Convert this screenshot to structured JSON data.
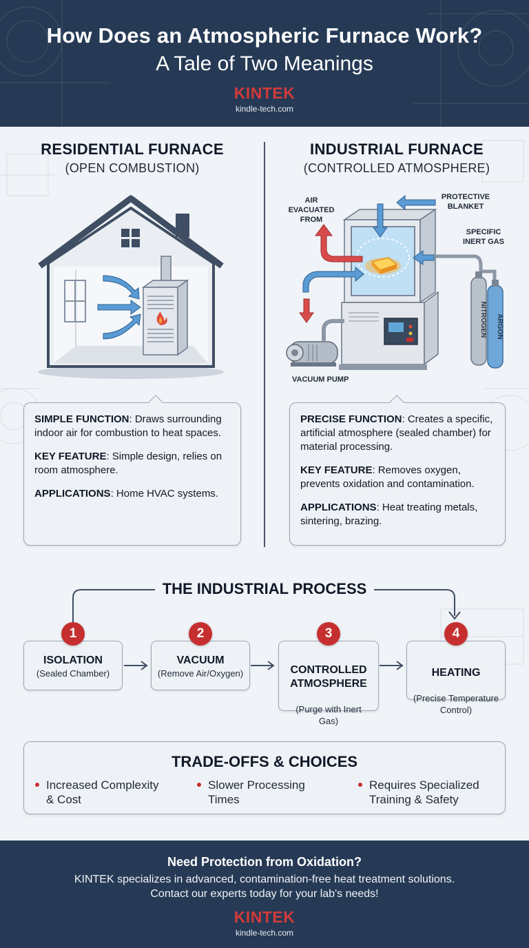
{
  "header": {
    "title": "How Does an Atmospheric Furnace Work?",
    "subtitle": "A Tale of Two Meanings",
    "brand": "KINTEK",
    "domain": "kindle-tech.com"
  },
  "residential": {
    "title": "RESIDENTIAL FURNACE",
    "subtitle": "(OPEN COMBUSTION)",
    "function_label": "SIMPLE FUNCTION",
    "function_text": ": Draws surrounding indoor air for combustion to heat spaces.",
    "feature_label": "KEY FEATURE",
    "feature_text": ": Simple design, relies on room atmosphere.",
    "applications_label": "APPLICATIONS",
    "applications_text": ": Home HVAC systems."
  },
  "industrial": {
    "title": "INDUSTRIAL FURNACE",
    "subtitle": "(CONTROLLED ATMOSPHERE)",
    "labels": {
      "air_evacuated": "AIR\nEVACUATED\nFROM",
      "protective_blanket": "PROTECTIVE\nBLANKET",
      "inert_gas": "SPECIFIC\nINERT GAS",
      "vacuum_pump": "VACUUM PUMP",
      "nitrogen": "NITROGEN",
      "argon": "ARGON"
    },
    "function_label": "PRECISE FUNCTION",
    "function_text": ": Creates a specific, artificial atmosphere (sealed chamber) for material processing.",
    "feature_label": "KEY FEATURE",
    "feature_text": ": Removes oxygen, prevents oxidation and contamination.",
    "applications_label": "APPLICATIONS",
    "applications_text": ": Heat treating metals, sintering, brazing."
  },
  "process": {
    "title": "THE INDUSTRIAL PROCESS",
    "steps": [
      {
        "number": "1",
        "name": "ISOLATION",
        "desc": "(Sealed Chamber)"
      },
      {
        "number": "2",
        "name": "VACUUM",
        "desc": "(Remove Air/Oxygen)"
      },
      {
        "number": "3",
        "name": "CONTROLLED\nATMOSPHERE",
        "desc": "(Purge with Inert\nGas)"
      },
      {
        "number": "4",
        "name": "HEATING",
        "desc": "(Precise Temperature\nControl)"
      }
    ]
  },
  "tradeoffs": {
    "title": "TRADE-OFFS & CHOICES",
    "items": [
      "Increased Complexity\n& Cost",
      "Slower Processing\nTimes",
      "Requires Specialized\nTraining & Safety"
    ]
  },
  "footer": {
    "title": "Need Protection from Oxidation?",
    "line1": "KINTEK specializes in advanced, contamination-free heat treatment solutions.",
    "line2": "Contact our experts today for your lab's needs!",
    "brand": "KINTEK",
    "domain": "kindle-tech.com"
  },
  "colors": {
    "navy": "#263a55",
    "accent_red": "#c62f2f",
    "arrow_blue": "#5a9bd4",
    "arrow_red": "#d94b4b"
  }
}
